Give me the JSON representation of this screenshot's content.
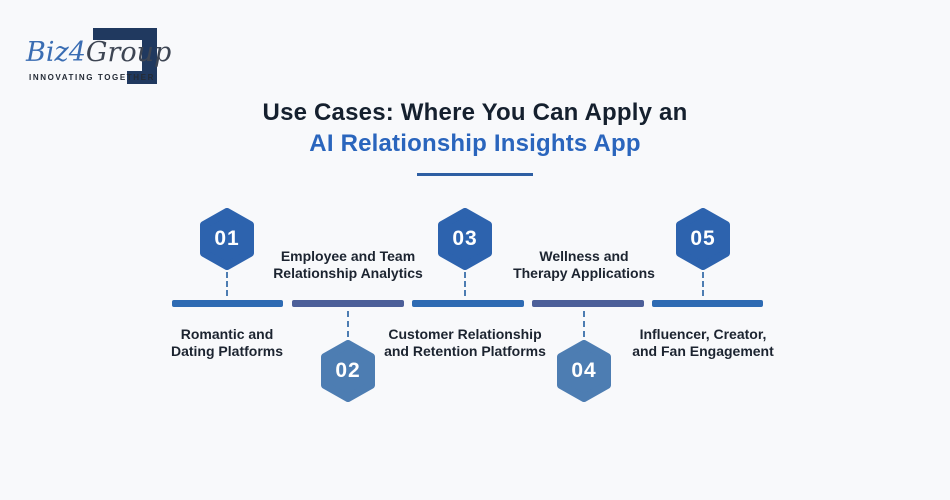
{
  "logo": {
    "brand_first": "Biz",
    "brand_mid": "4",
    "brand_last": "Group",
    "tagline": "INNOVATING TOGETHER"
  },
  "title": {
    "line1": "Use Cases: Where You Can Apply an",
    "line2": "AI Relationship Insights App"
  },
  "palette": {
    "background": "#f8f9fb",
    "hexagon_primary": "#2d63ae",
    "hexagon_secondary": "#4d7db2",
    "bar_blue": "#2e6bb3",
    "bar_slate": "#4c5f99",
    "connector_dash": "#4d7db2",
    "title_dark": "#15202e",
    "title_blue": "#2a65bd",
    "label_text": "#1c2430",
    "logo_navy": "#20395f",
    "logo_blue": "#3a6db3"
  },
  "timeline": {
    "items": [
      {
        "number": "01",
        "position": "top",
        "label_line1": "Romantic and",
        "label_line2": "Dating Platforms"
      },
      {
        "number": "02",
        "position": "bottom",
        "label_line1": "Employee and Team",
        "label_line2": "Relationship Analytics"
      },
      {
        "number": "03",
        "position": "top",
        "label_line1": "Customer Relationship",
        "label_line2": "and Retention Platforms"
      },
      {
        "number": "04",
        "position": "bottom",
        "label_line1": "Wellness and",
        "label_line2": "Therapy Applications"
      },
      {
        "number": "05",
        "position": "top",
        "label_line1": "Influencer, Creator,",
        "label_line2": "and Fan Engagement"
      }
    ]
  }
}
